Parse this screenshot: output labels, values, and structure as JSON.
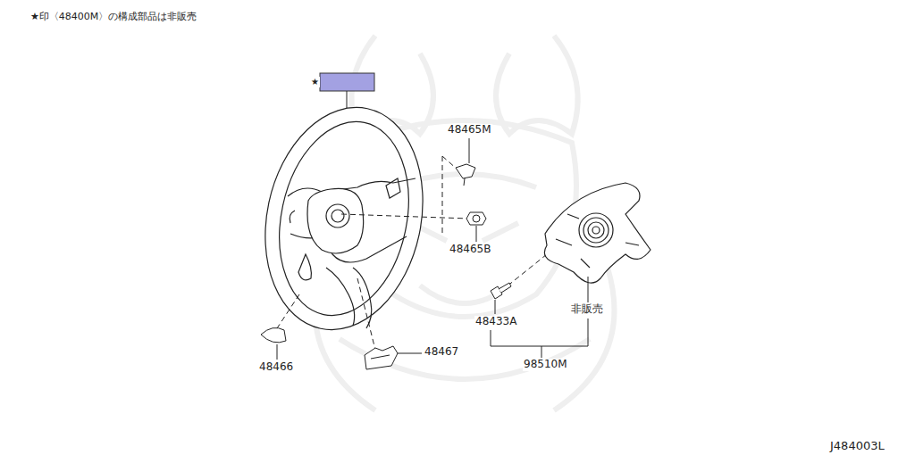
{
  "diagram": {
    "labels": [
      "★印〈48400M〉の構成部品は非販売",
      "★",
      "48465M",
      "48465B",
      "48433A",
      "非販売",
      "98510M",
      "48466",
      "48467",
      "J484003L"
    ]
  }
}
